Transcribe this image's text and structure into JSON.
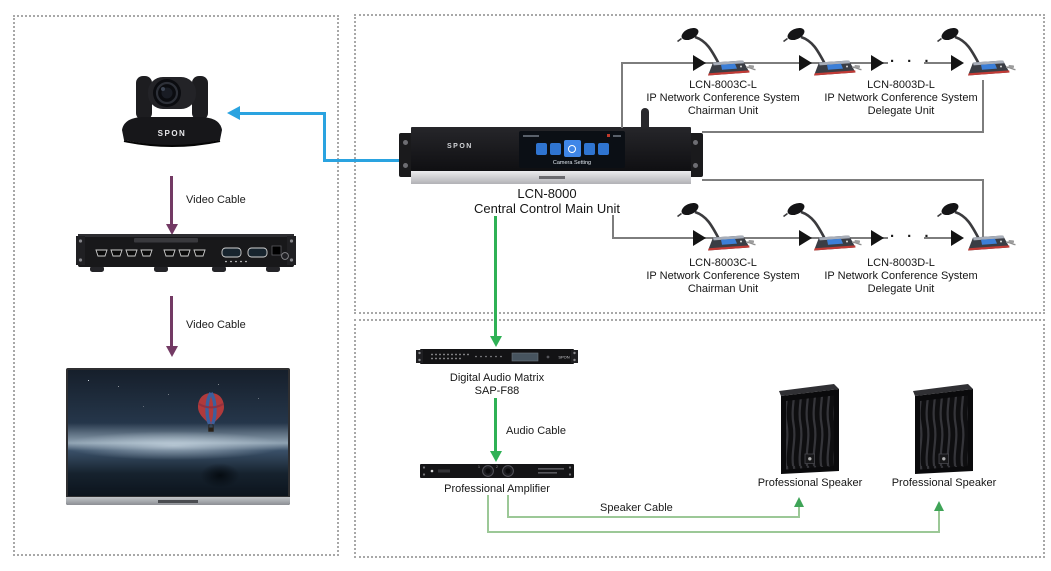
{
  "brand": "SPON",
  "colors": {
    "network_cable": "#2aa3e0",
    "video_cable": "#733a64",
    "audio_cable": "#2fb155",
    "speaker_cable": "#9cc897"
  },
  "labels": {
    "video_cable_1": "Video Cable",
    "video_cable_2": "Video Cable",
    "audio_cable": "Audio Cable",
    "speaker_cable": "Speaker Cable"
  },
  "main_unit": {
    "model": "LCN-8000",
    "name": "Central Control Main Unit",
    "screen_caption": "Camera Setting"
  },
  "mic_rows": [
    {
      "chairman_model": "LCN-8003C-L",
      "chairman_line2": "IP Network Conference System",
      "chairman_line3": "Chairman Unit",
      "delegate_model": "LCN-8003D-L",
      "delegate_line2": "IP Network Conference System",
      "delegate_line3": "Delegate Unit",
      "dots": "· · ·"
    },
    {
      "chairman_model": "LCN-8003C-L",
      "chairman_line2": "IP Network Conference System",
      "chairman_line3": "Chairman Unit",
      "delegate_model": "LCN-8003D-L",
      "delegate_line2": "IP Network Conference System",
      "delegate_line3": "Delegate Unit",
      "dots": "· · ·"
    }
  ],
  "audio": {
    "matrix_line1": "Digital Audio Matrix",
    "matrix_line2": "SAP-F88",
    "amplifier": "Professional Amplifier",
    "speaker_1": "Professional Speaker",
    "speaker_2": "Professional Speaker"
  }
}
